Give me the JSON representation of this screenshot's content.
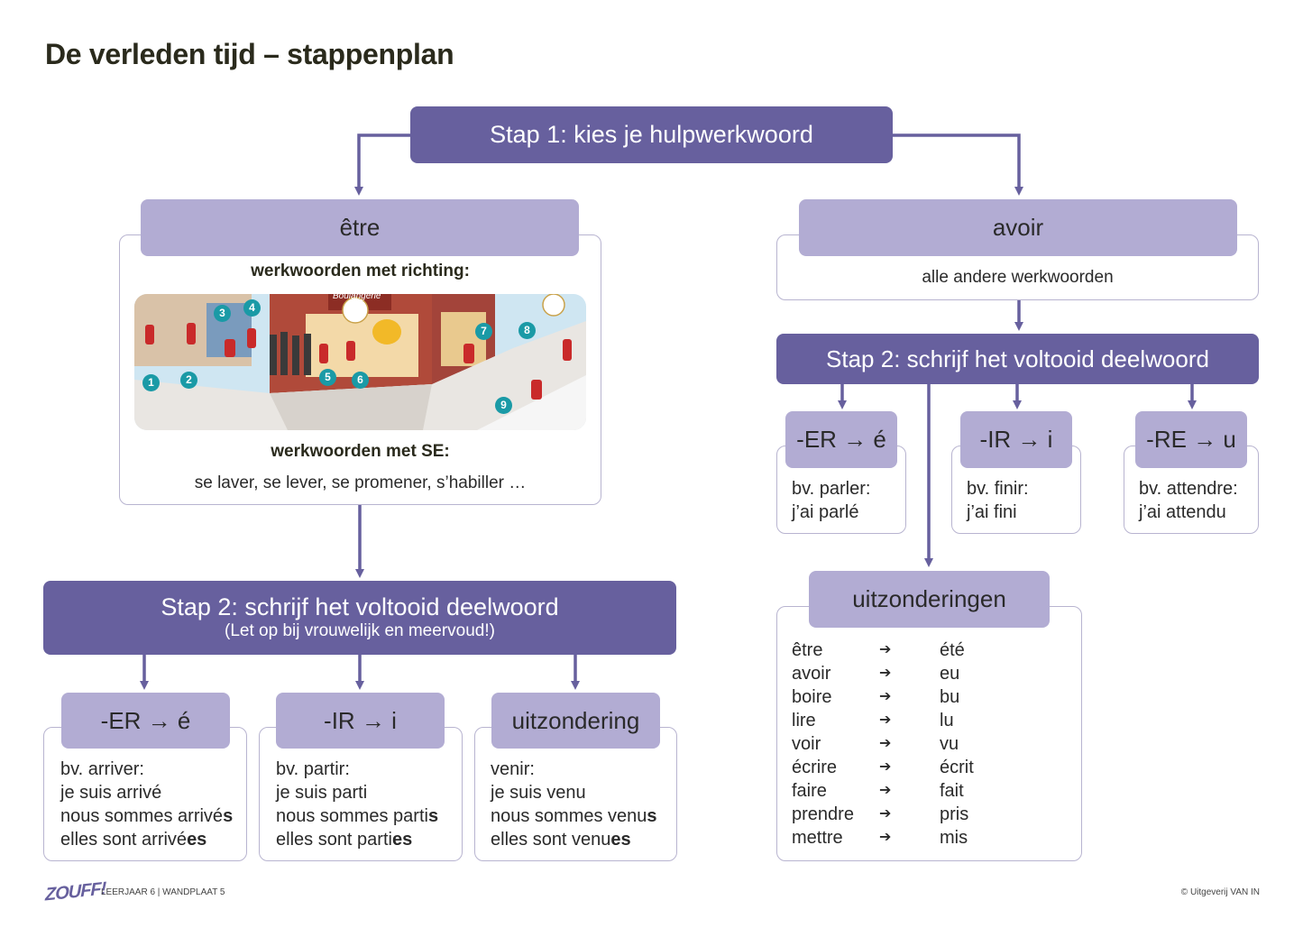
{
  "title": "De verleden tijd – stappenplan",
  "step1": "Stap 1: kies je hulpwerkwoord",
  "etre": {
    "label": "être",
    "richting_heading": "werkwoorden met richting:",
    "illustration_shop_sign": "Boulangerie",
    "illustration_numbers": [
      "1",
      "2",
      "3",
      "4",
      "5",
      "6",
      "7",
      "8",
      "9"
    ],
    "se_heading": "werkwoorden met SE:",
    "se_examples": "se laver, se lever, se promener, s’habiller …"
  },
  "avoir": {
    "label": "avoir",
    "desc": "alle andere werkwoorden"
  },
  "step2_left": {
    "title": "Stap 2: schrijf het voltooid deelwoord",
    "subtitle": "(Let op bij vrouwelijk en meervoud!)",
    "cards": [
      {
        "label": "-ER → é",
        "intro": "bv. arriver:",
        "line1": "je suis arrivé",
        "line2_stem": "nous sommes arrivé",
        "line2_end": "s",
        "line3_stem": "elles sont arrivé",
        "line3_end": "es"
      },
      {
        "label": "-IR → i",
        "intro": "bv. partir:",
        "line1": "je suis parti",
        "line2_stem": "nous sommes parti",
        "line2_end": "s",
        "line3_stem": "elles sont parti",
        "line3_end": "es"
      },
      {
        "label": "uitzondering",
        "intro": "venir:",
        "line1": "je suis venu",
        "line2_stem": "nous sommes venu",
        "line2_end": "s",
        "line3_stem": "elles sont venu",
        "line3_end": "es"
      }
    ]
  },
  "step2_right": {
    "title": "Stap 2: schrijf het voltooid deelwoord",
    "cards": [
      {
        "label": "-ER → é",
        "intro": "bv. parler:",
        "line1": "j’ai parlé"
      },
      {
        "label": "-IR → i",
        "intro": "bv. finir:",
        "line1": "j’ai fini"
      },
      {
        "label": "-RE → u",
        "intro": "bv. attendre:",
        "line1": "j’ai attendu"
      }
    ]
  },
  "exceptions": {
    "label": "uitzonderingen",
    "arrow": "➔",
    "rows": [
      {
        "from": "être",
        "to": "été"
      },
      {
        "from": "avoir",
        "to": "eu"
      },
      {
        "from": "boire",
        "to": "bu"
      },
      {
        "from": "lire",
        "to": "lu"
      },
      {
        "from": "voir",
        "to": "vu"
      },
      {
        "from": "écrire",
        "to": "écrit"
      },
      {
        "from": "faire",
        "to": "fait"
      },
      {
        "from": "prendre",
        "to": "pris"
      },
      {
        "from": "mettre",
        "to": "mis"
      }
    ]
  },
  "footer": {
    "logo": "ZOUFF!",
    "left": "LEERJAAR 6 | WANDPLAAT 5",
    "right": "© Uitgeverij VAN IN"
  },
  "colors": {
    "dark": "#67609e",
    "light": "#b2acd3",
    "border": "#b8b4d0",
    "badge": "#1a9aa6"
  }
}
